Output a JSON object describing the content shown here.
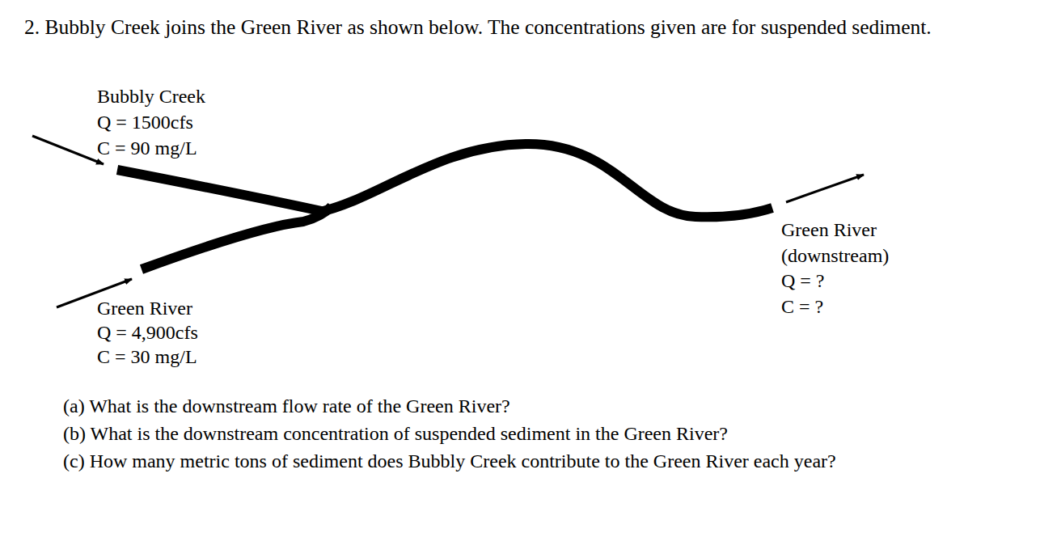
{
  "diagram": {
    "title": "2. Bubbly Creek joins the Green River as shown below. The concentrations given are for suspended sediment.",
    "labels": [
      "Bubbly Creek",
      "Q = 1500cfs",
      "C = 90 mg/L",
      "Green River (downstream)",
      "Q = ?",
      "C = ?",
      "Green River",
      "Q = 4,900cfs",
      "C = 30 mg/L",
      "(a) What is the downstream flow rate of the Green River?",
      "(b) What is the downstream concentration of suspended sediment in the Green River?",
      "(c) How many metric tons of sediment does Bubbly Creek contribute to the Green River each year?"
    ]
  }
}
